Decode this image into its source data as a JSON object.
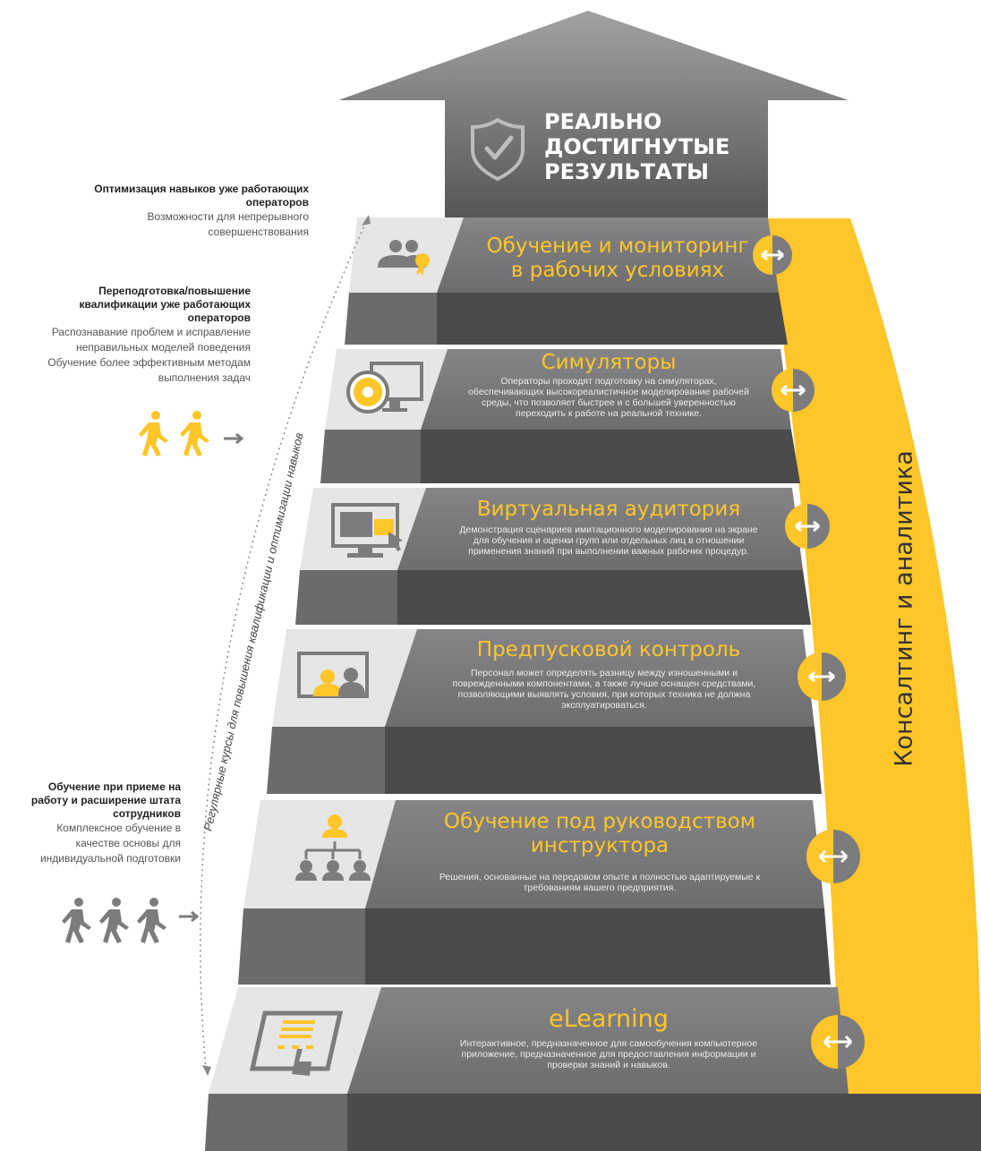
{
  "top_result": {
    "line1": "РЕАЛЬНО",
    "line2": "ДОСТИГНУТЫЕ",
    "line3": "РЕЗУЛЬТАТЫ",
    "icon": "shield-check-icon"
  },
  "consulting_label": "Консалтинг и аналитика",
  "curve_label": "Регулярные курсы для повышения квалификации и оптимизации навыков",
  "steps": [
    {
      "title1": "Обучение и мониторинг",
      "title2": "в рабочих условиях",
      "desc": [],
      "icon": "people-award-icon"
    },
    {
      "title1": "Симуляторы",
      "title2": "",
      "desc": [
        "Операторы проходят подготовку на симуляторах,",
        "обеспечивающих высокореалистичное моделирование рабочей",
        "среды, что позволяет быстрее и с большей уверенностью",
        "переходить к работе на реальной технике."
      ],
      "icon": "steering-monitor-icon"
    },
    {
      "title1": "Виртуальная аудитория",
      "title2": "",
      "desc": [
        "Демонстрация сценариев имитационного моделирования на экране",
        "для обучения и оценки групп или отдельных лиц в отношении",
        "применения знаний при выполнении важных рабочих процедур."
      ],
      "icon": "computer-click-icon"
    },
    {
      "title1": "Предпусковой контроль",
      "title2": "",
      "desc": [
        "Персонал может определять разницу между изношенными и",
        "поврежденными компонентами, а также лучше оснащен средствами,",
        "позволяющими выявлять условия, при которых техника не должна",
        "эксплуатироваться."
      ],
      "icon": "screen-group-icon"
    },
    {
      "title1": "Обучение под руководством",
      "title2": "инструктора",
      "desc": [
        "Решения, основанные на передовом опыте и полностью адаптируемые к",
        "требованиям вашего предприятия."
      ],
      "icon": "instructor-hierarchy-icon"
    },
    {
      "title1": "eLearning",
      "title2": "",
      "desc": [
        "Интерактивное, предназначенное для самообучения компьютерное",
        "приложение, предназначенное для предоставления информации и",
        "проверки знаний и навыков."
      ],
      "icon": "tablet-touch-icon"
    }
  ],
  "side_notes": {
    "optimization": {
      "heading": [
        "Оптимизация навыков уже работающих",
        "операторов"
      ],
      "body": [
        "Возможности для непрерывного",
        "совершенствования"
      ]
    },
    "retraining": {
      "heading": [
        "Переподготовка/повышение",
        "квалификации уже работающих",
        "операторов"
      ],
      "body": [
        "Распознавание проблем и исправление",
        "неправильных моделей поведения",
        "Обучение более эффективным методам",
        "выполнения задач"
      ],
      "icon": "walking-pair-yellow-icon"
    },
    "onboarding": {
      "heading": [
        "Обучение при приеме на",
        "работу и расширение штата",
        "сотрудников"
      ],
      "body": [
        "Комплексное обучение в",
        "качестве основы для",
        "индивидуальной подготовки"
      ],
      "icon": "walking-trio-gray-icon"
    }
  },
  "colors": {
    "yellow": "#ffc629",
    "dark": "#4d4d4f",
    "mid": "#7c7c7e",
    "light": "#e6e6e6"
  }
}
